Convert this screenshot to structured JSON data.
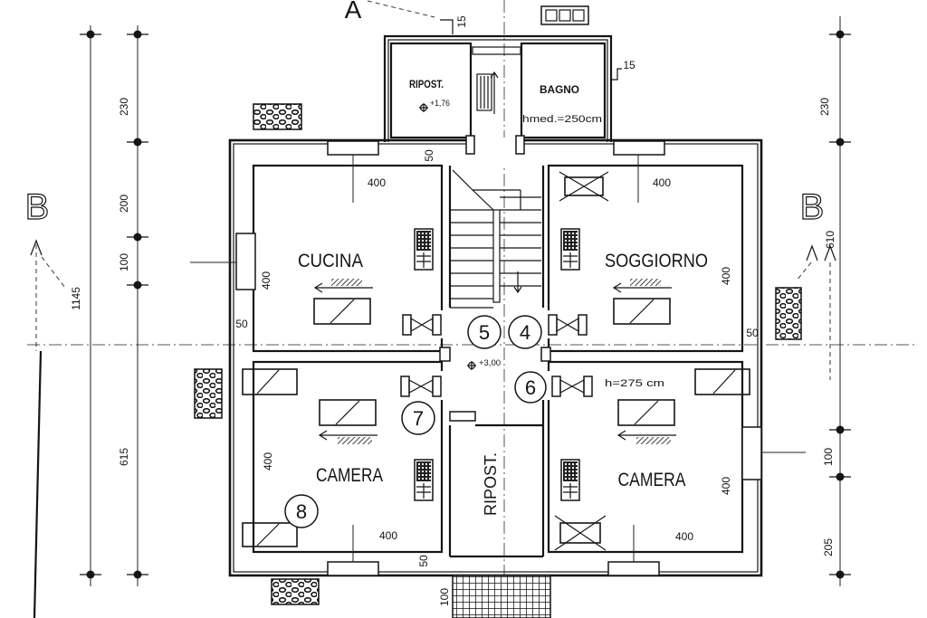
{
  "section_marks": {
    "top": "A",
    "left": "B",
    "right": "B"
  },
  "annex": {
    "storage_label": "RIPOST.",
    "storage_level": "+1,76",
    "bath_label": "BAGNO",
    "bath_height": "hmed.=250cm",
    "offset_top": "15",
    "offset_right": "15"
  },
  "rooms": {
    "kitchen": "CUCINA",
    "living": "SOGGIORNO",
    "bedroom_left": "CAMERA",
    "bedroom_right": "CAMERA",
    "storage_center": "RIPOST."
  },
  "landing": {
    "level": "+3,00",
    "height": "h=275 cm"
  },
  "markers": [
    "5",
    "4",
    "6",
    "7",
    "8"
  ],
  "dimensions": {
    "left_total": "1145",
    "left_segments": [
      "230",
      "200",
      "100",
      "615"
    ],
    "right_segments": [
      "230",
      "610",
      "100",
      "205"
    ],
    "kitchen_width": "400",
    "living_width": "400",
    "bedroom_left_width": "400",
    "bedroom_right_width": "400",
    "kitchen_depth": "400",
    "living_depth": "400",
    "bedroom_left_depth": "400",
    "bedroom_right_depth": "400",
    "wall_top": "50",
    "wall_left": "50",
    "wall_right": "50",
    "wall_bottom": "50",
    "entry_steps": "100"
  }
}
